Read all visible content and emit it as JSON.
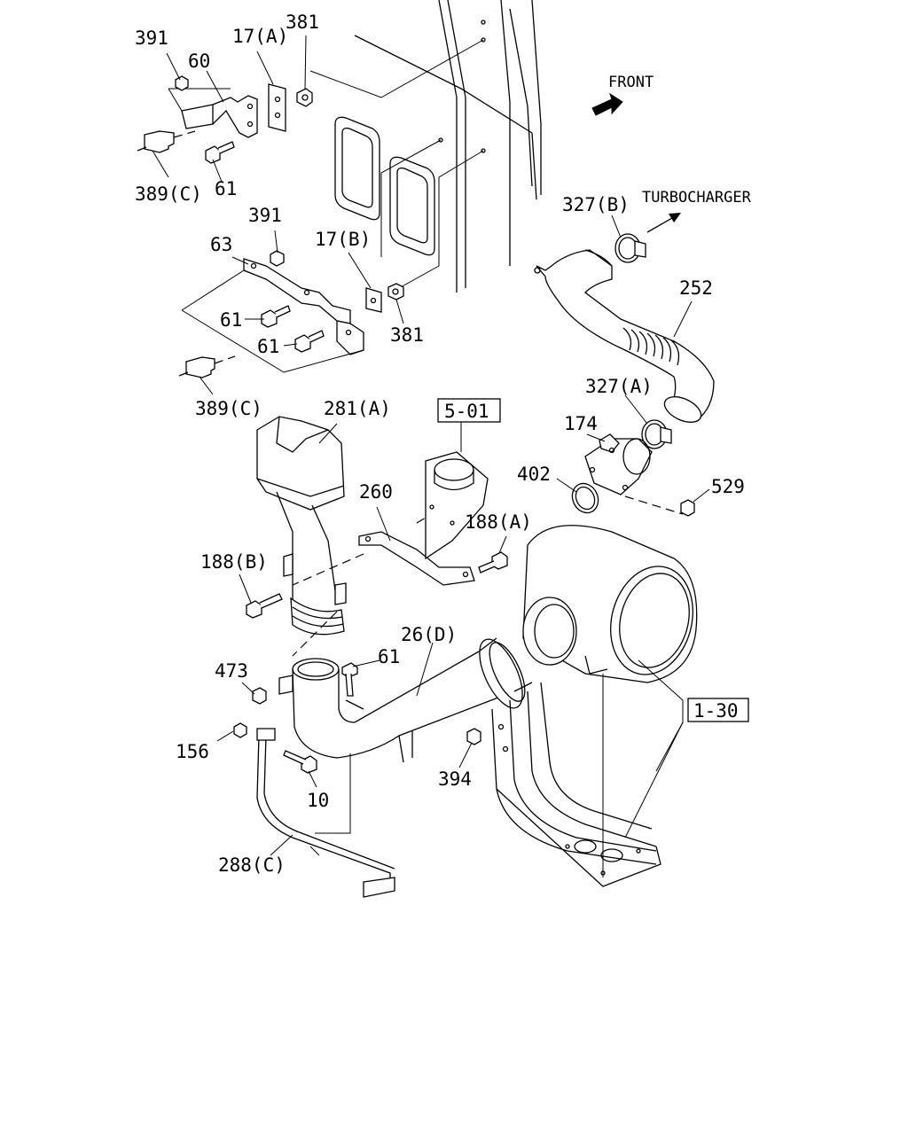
{
  "labels": {
    "l391a": "391",
    "l60": "60",
    "l17a": "17(A)",
    "l381a": "381",
    "l389c_a": "389(C)",
    "l61a": "61",
    "l391b": "391",
    "l63": "63",
    "l17b": "17(B)",
    "l61b": "61",
    "l61c": "61",
    "l381b": "381",
    "l389c_b": "389(C)",
    "l281a": "281(A)",
    "l501": "5-01",
    "l260": "260",
    "l188a": "188(A)",
    "l188b": "188(B)",
    "l26d": "26(D)",
    "l61d": "61",
    "l473": "473",
    "l156": "156",
    "l10": "10",
    "l288c": "288(C)",
    "l394": "394",
    "l130": "1-30",
    "l327b": "327(B)",
    "l252": "252",
    "l327a": "327(A)",
    "l174": "174",
    "l402": "402",
    "l529": "529"
  },
  "annotations": {
    "front": "FRONT",
    "turbo": "TURBOCHARGER"
  },
  "icons": {
    "front_arrow": "arrow-icon",
    "turbo_arrow": "arrow-icon"
  }
}
